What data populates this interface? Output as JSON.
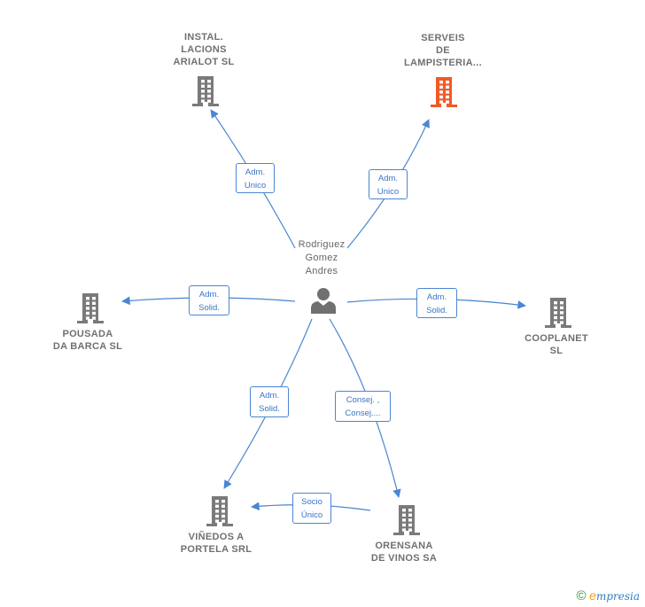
{
  "center": {
    "label_lines": [
      "Rodriguez",
      "Gomez",
      "Andres"
    ]
  },
  "companies": {
    "instal": {
      "label_lines": [
        "INSTAL.",
        "LACIONS",
        "ARIALOT SL"
      ],
      "color": "#7a7a7a"
    },
    "serveis": {
      "label_lines": [
        "SERVEIS",
        "DE",
        "LAMPISTERIA..."
      ],
      "color": "#f05a28"
    },
    "pousada": {
      "label_lines": [
        "POUSADA",
        "DA BARCA  SL"
      ],
      "color": "#7a7a7a"
    },
    "cooplanet": {
      "label_lines": [
        "COOPLANET",
        "SL"
      ],
      "color": "#7a7a7a"
    },
    "vinedos": {
      "label_lines": [
        "VIÑEDOS A",
        "PORTELA SRL"
      ],
      "color": "#7a7a7a"
    },
    "orensana": {
      "label_lines": [
        "ORENSANA",
        "DE VINOS SA"
      ],
      "color": "#7a7a7a"
    }
  },
  "edges": {
    "to_instal": [
      "Adm.",
      "Unico"
    ],
    "to_serveis": [
      "Adm.",
      "Unico"
    ],
    "to_pousada": [
      "Adm.",
      "Solid."
    ],
    "to_cooplanet": [
      "Adm.",
      "Solid."
    ],
    "to_vinedos": [
      "Adm.",
      "Solid."
    ],
    "to_orensana": [
      "Consej. ,",
      "Consej...."
    ],
    "orensana_to_vinedos": [
      "Socio",
      "Único"
    ]
  },
  "colors": {
    "edge": "#4a86d1",
    "person": "#707070"
  },
  "footer": {
    "copyright_symbol": "©",
    "brand_initial": "e",
    "brand_rest": "mpresia"
  }
}
